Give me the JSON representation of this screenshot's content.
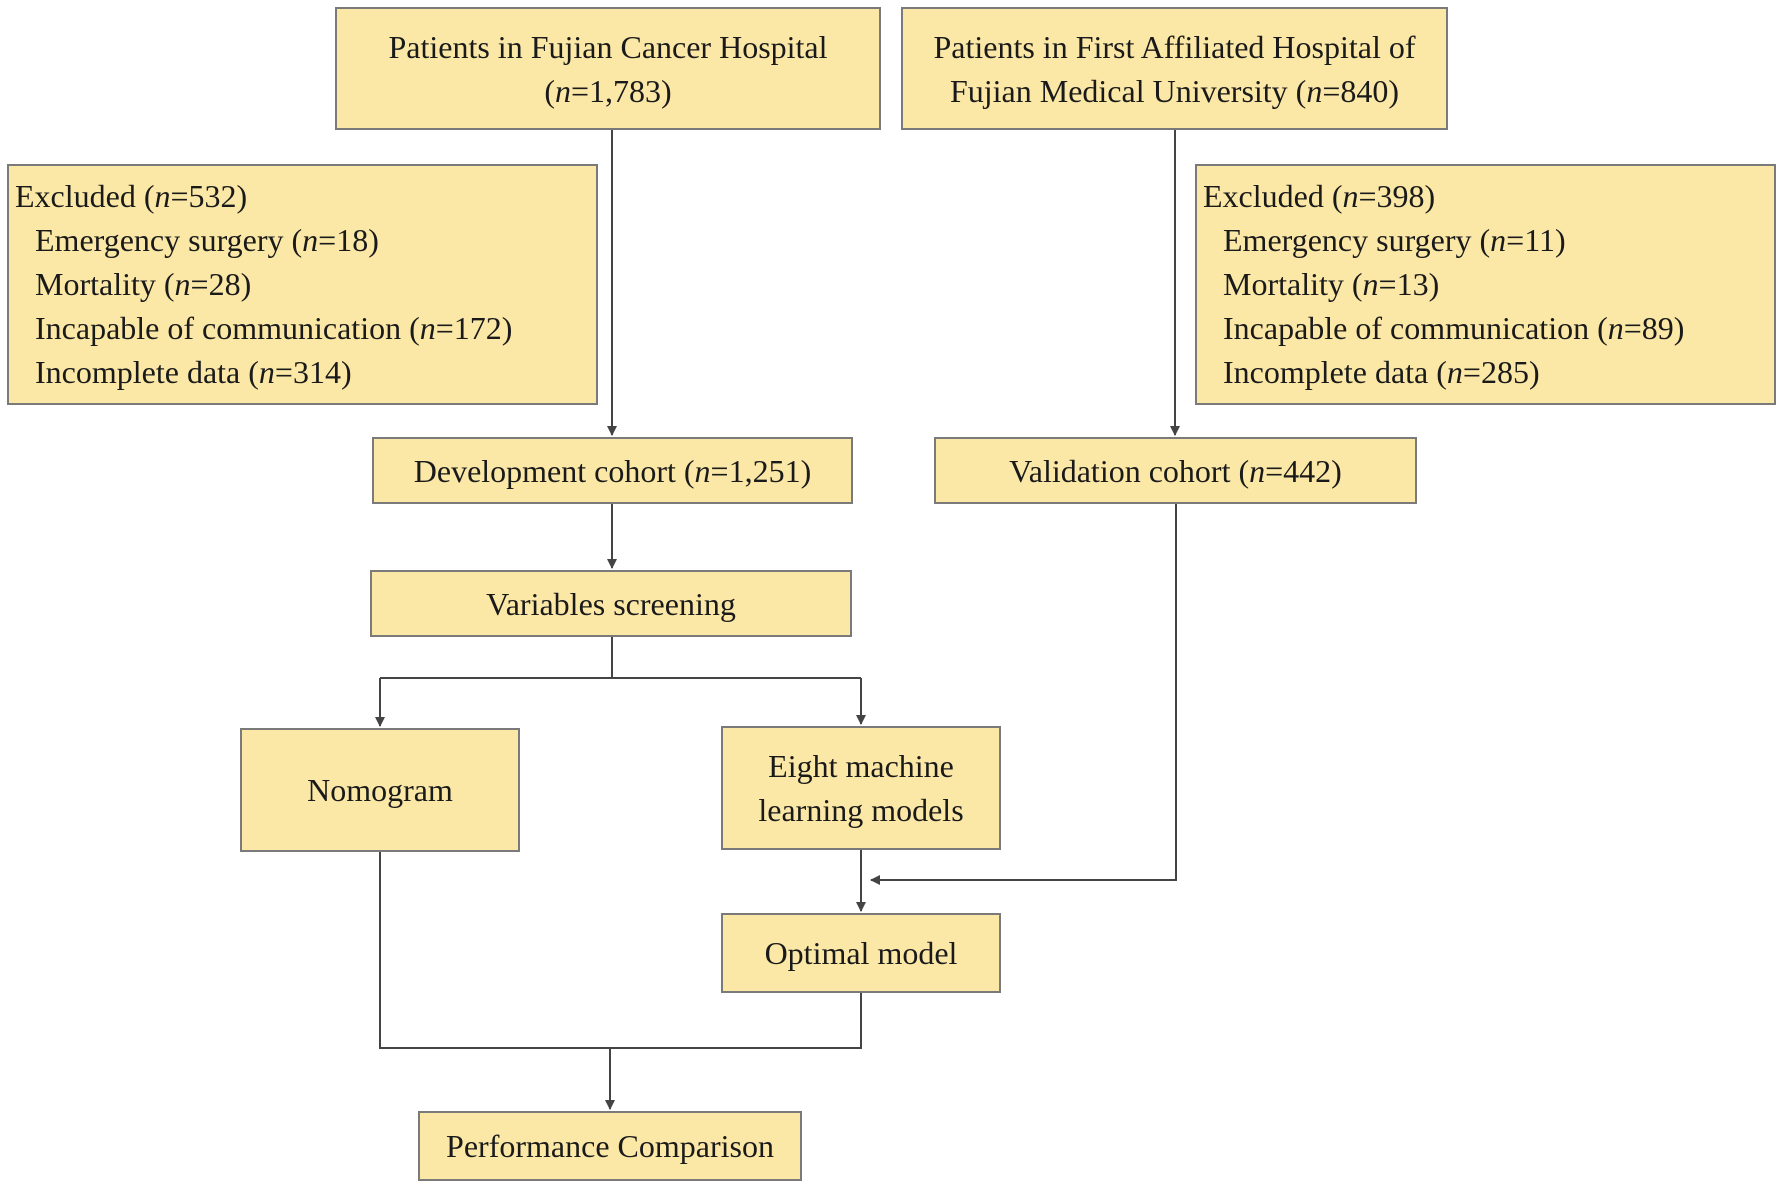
{
  "nodes": {
    "fujian_cancer": {
      "line1": "Patients in Fujian Cancer Hospital",
      "line2_prefix": "(",
      "n_var": "n",
      "line2_suffix": "=1,783)"
    },
    "first_affiliated": {
      "line1": "Patients in First Affiliated Hospital of",
      "line2_prefix": "Fujian Medical University (",
      "n_var": "n",
      "line2_suffix": "=840)"
    },
    "excluded_left": {
      "title_prefix": "Excluded (",
      "n_var": "n",
      "title_suffix": "=532)",
      "items": [
        {
          "prefix": "Emergency surgery (",
          "n_var": "n",
          "suffix": "=18)"
        },
        {
          "prefix": "Mortality (",
          "n_var": "n",
          "suffix": "=28)"
        },
        {
          "prefix": "Incapable of communication (",
          "n_var": "n",
          "suffix": "=172)"
        },
        {
          "prefix": "Incomplete data (",
          "n_var": "n",
          "suffix": "=314)"
        }
      ]
    },
    "excluded_right": {
      "title_prefix": "Excluded (",
      "n_var": "n",
      "title_suffix": "=398)",
      "items": [
        {
          "prefix": "Emergency surgery (",
          "n_var": "n",
          "suffix": "=11)"
        },
        {
          "prefix": "Mortality (",
          "n_var": "n",
          "suffix": "=13)"
        },
        {
          "prefix": "Incapable of communication (",
          "n_var": "n",
          "suffix": "=89)"
        },
        {
          "prefix": "Incomplete data (",
          "n_var": "n",
          "suffix": "=285)"
        }
      ]
    },
    "development": {
      "prefix": "Development cohort (",
      "n_var": "n",
      "suffix": "=1,251)"
    },
    "validation": {
      "prefix": "Validation cohort (",
      "n_var": "n",
      "suffix": "=442)"
    },
    "variables": {
      "label": "Variables screening"
    },
    "nomogram": {
      "label": "Nomogram"
    },
    "ml_models": {
      "line1": "Eight machine",
      "line2": "learning models"
    },
    "optimal": {
      "label": "Optimal model"
    },
    "performance": {
      "label": "Performance Comparison"
    }
  },
  "colors": {
    "box_fill": "#fbe8a6",
    "box_border": "#7a7a7a",
    "connector": "#444444"
  }
}
